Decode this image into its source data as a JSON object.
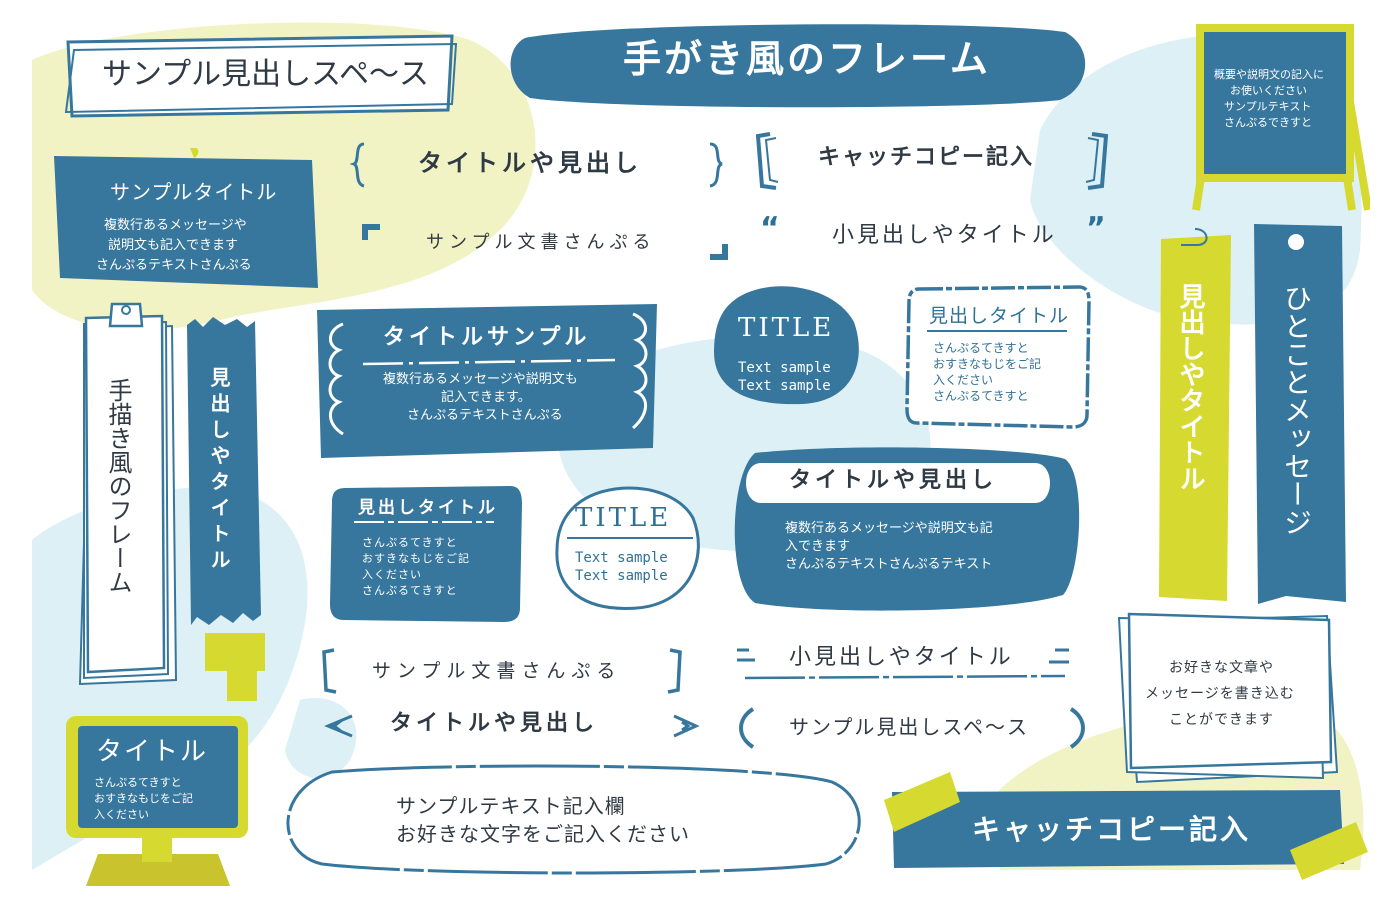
{
  "colors": {
    "blue": "#37779d",
    "yellow": "#d6d92f",
    "pale_yellow": "#f2f3c4",
    "pale_blue": "#ddf0f5",
    "ink": "#2f3a44"
  },
  "top_left_heading": "サンプル見出しスペ～ス",
  "main_title": "手がき風のフレーム",
  "sign_board": {
    "lines": [
      "概要や説明文の記入に",
      "お使いください",
      "サンプルテキスト",
      "さんぷるできすと"
    ]
  },
  "sample_title_card": {
    "title": "サンプルタイトル",
    "body": [
      "複数行あるメッセージや",
      "説明文も記入できます",
      "さんぷるテキストさんぷる"
    ]
  },
  "braces_row1": {
    "left": "タイトルや見出し",
    "right": "キャッチコピー記入"
  },
  "quotes_row": {
    "left": "サンプル文書さんぷる",
    "right": "小見出しやタイトル"
  },
  "clipboard_paper": {
    "text": "手描き風のフレーム"
  },
  "torn_strip": {
    "text": "見出しやタイトル"
  },
  "scallop_card": {
    "title": "タイトルサンプル",
    "body": [
      "複数行あるメッセージや説明文も",
      "記入できます。",
      "さんぷるテキストさんぷる"
    ]
  },
  "title_blob": {
    "title": "TITLE",
    "lines": [
      "Text sample",
      "Text sample"
    ]
  },
  "outline_box": {
    "title": "見出しタイトル",
    "body": [
      "さんぷるてきすと",
      "おすきなもじをご記",
      "入ください",
      "さんぷるてきすと"
    ]
  },
  "yellow_tag": {
    "text": "見出しやタイトル"
  },
  "blue_tag": {
    "text": "ひとことメッセージ"
  },
  "small_card": {
    "title": "見出しタイトル",
    "body": [
      "さんぷるてきすと",
      "おすきなもじをご記",
      "入ください",
      "さんぷるてきすと"
    ]
  },
  "title_circle": {
    "title": "TITLE",
    "lines": [
      "Text sample",
      "Text sample"
    ]
  },
  "pill_card": {
    "title": "タイトルや見出し",
    "body": [
      "複数行あるメッセージや説明文も記",
      "入できます",
      "さんぷるテキストさんぷるテキスト"
    ]
  },
  "stack_note": {
    "lines": [
      "お好きな文章や",
      "メッセージを書き込む",
      "ことができます"
    ]
  },
  "braces_row2": {
    "left": "サンプル文書さんぷる",
    "right": "小見出しやタイトル"
  },
  "arrows_row": {
    "left": "タイトルや見出し",
    "right": "サンプル見出しスペ～ス"
  },
  "monitor": {
    "title": "タイトル",
    "body": [
      "さんぷるてきすと",
      "おすきなもじをご記",
      "入ください"
    ]
  },
  "oval_note": {
    "lines": [
      "サンプルテキスト記入欄",
      "お好きな文字をご記入ください"
    ]
  },
  "tape_banner": {
    "text": "キャッチコピー記入"
  }
}
